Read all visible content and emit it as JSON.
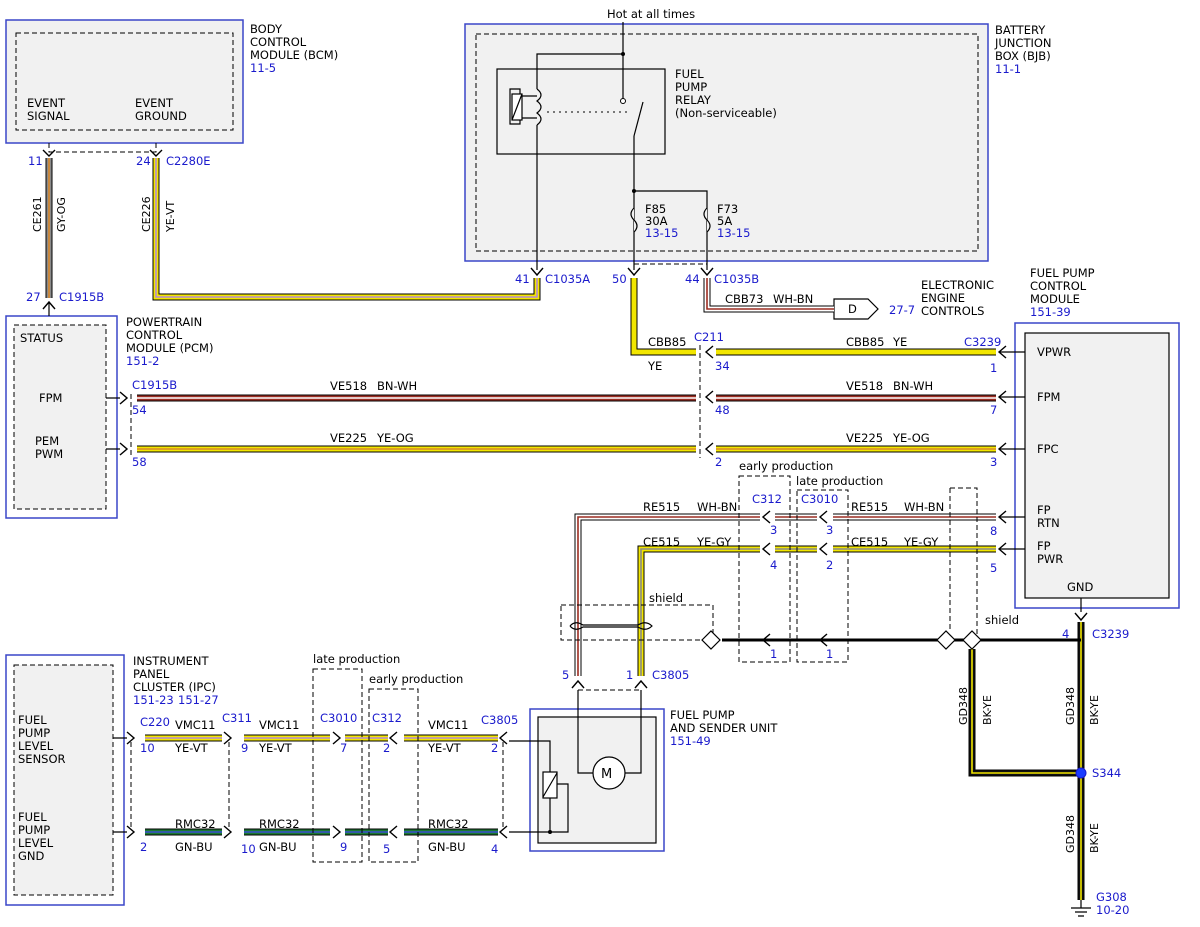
{
  "colors": {
    "module_border": "#3a46c8",
    "label_blue": "#1a1acc",
    "module_fill": "#f1f1f1"
  },
  "header": {
    "hot": "Hot at all times"
  },
  "bcm": {
    "l1": "BODY",
    "l2": "CONTROL",
    "l3": "MODULE (BCM)",
    "ref": "11-5",
    "sig1": "EVENT",
    "sig2": "SIGNAL",
    "gnd1": "EVENT",
    "gnd2": "GROUND",
    "pin_sig": "11",
    "pin_gnd": "24",
    "conn": "C2280E"
  },
  "bjb": {
    "l1": "BATTERY",
    "l2": "JUNCTION",
    "l3": "BOX (BJB)",
    "ref": "11-1",
    "relay1": "FUEL",
    "relay2": "PUMP",
    "relay3": "RELAY",
    "relay4": "(Non-serviceable)",
    "f85_name": "F85",
    "f85_amp": "30A",
    "f85_ref": "13-15",
    "f73_name": "F73",
    "f73_amp": "5A",
    "f73_ref": "13-15",
    "pin41": "41",
    "conn_a": "C1035A",
    "pin50": "50",
    "pin44": "44",
    "conn_b": "C1035B"
  },
  "eec": {
    "l1": "ELECTRONIC",
    "l2": "ENGINE",
    "l3": "CONTROLS",
    "ref": "27-7",
    "tag": "D"
  },
  "fpcm": {
    "l1": "FUEL PUMP",
    "l2": "CONTROL",
    "l3": "MODULE",
    "ref": "151-39",
    "vpwr": "VPWR",
    "fpm": "FPM",
    "fpc": "FPC",
    "fp_rtn1": "FP",
    "fp_rtn2": "RTN",
    "fp_pwr1": "FP",
    "fp_pwr2": "PWR",
    "gnd": "GND",
    "conn": "C3239",
    "pin_vpwr": "1",
    "pin_fpm": "7",
    "pin_fpc": "3",
    "pin_rtn": "8",
    "pin_pwr": "5",
    "pin_gnd": "4",
    "conn_gnd": "C3239"
  },
  "pcm": {
    "l1": "POWERTRAIN",
    "l2": "CONTROL",
    "l3": "MODULE (PCM)",
    "ref": "151-2",
    "status": "STATUS",
    "fpm": "FPM",
    "pem1": "PEM",
    "pem2": "PWM",
    "pin_status": "27",
    "conn_status": "C1915B",
    "conn": "C1915B",
    "pin_fpm": "54",
    "pin_pem": "58"
  },
  "ipc": {
    "l1": "INSTRUMENT",
    "l2": "PANEL",
    "l3": "CLUSTER (IPC)",
    "ref1": "151-23",
    "ref2": "151-27",
    "s1": "FUEL",
    "s2": "PUMP",
    "s3": "LEVEL",
    "s4": "SENSOR",
    "g1": "FUEL",
    "g2": "PUMP",
    "g3": "LEVEL",
    "g4": "GND"
  },
  "fpsu": {
    "l1": "FUEL PUMP",
    "l2": "AND SENDER UNIT",
    "ref": "151-49",
    "motor": "M",
    "conn": "C3805",
    "pin5": "5",
    "pin1": "1"
  },
  "wires": {
    "ce261_id": "CE261",
    "ce261_color": "GY-OG",
    "ce226_id": "CE226",
    "ce226_color": "YE-VT",
    "cbb73_id": "CBB73",
    "cbb73_color": "WH-BN",
    "cbb85_id": "CBB85",
    "cbb85_color": "YE",
    "ve518_id": "VE518",
    "ve518_color": "BN-WH",
    "ve225_id": "VE225",
    "ve225_color": "YE-OG",
    "re515_id": "RE515",
    "re515_color": "WH-BN",
    "ce515_id": "CE515",
    "ce515_color": "YE-GY",
    "vmc11_id": "VMC11",
    "vmc11_color": "YE-VT",
    "rmc32_id": "RMC32",
    "rmc32_color": "GN-BU",
    "gd348_id": "GD348",
    "gd348_color": "BK-YE"
  },
  "inline": {
    "c211": "C211",
    "c211_p34": "34",
    "c211_p48": "48",
    "c211_p2": "2",
    "early": "early production",
    "late": "late production",
    "c312": "C312",
    "c312_p3": "3",
    "c312_p4": "4",
    "c312_p1": "1",
    "c3010": "C3010",
    "c3010_p3": "3",
    "c3010_p2": "2",
    "c3010_p1": "1",
    "shield": "shield",
    "shield2": "shield",
    "s344": "S344",
    "g308": "G308",
    "g308_ref": "10-20"
  },
  "ipc_conn": {
    "c220": "C220",
    "c220_p10": "10",
    "c220_p2": "2",
    "c311": "C311",
    "c311_p9": "9",
    "c311_p10": "10",
    "late": "late production",
    "early": "early production",
    "c3010": "C3010",
    "c3010_p7": "7",
    "c3010_p9": "9",
    "c312": "C312",
    "c312_p2": "2",
    "c312_p5": "5",
    "c3805": "C3805",
    "c3805_p2": "2",
    "c3805_p4": "4"
  }
}
